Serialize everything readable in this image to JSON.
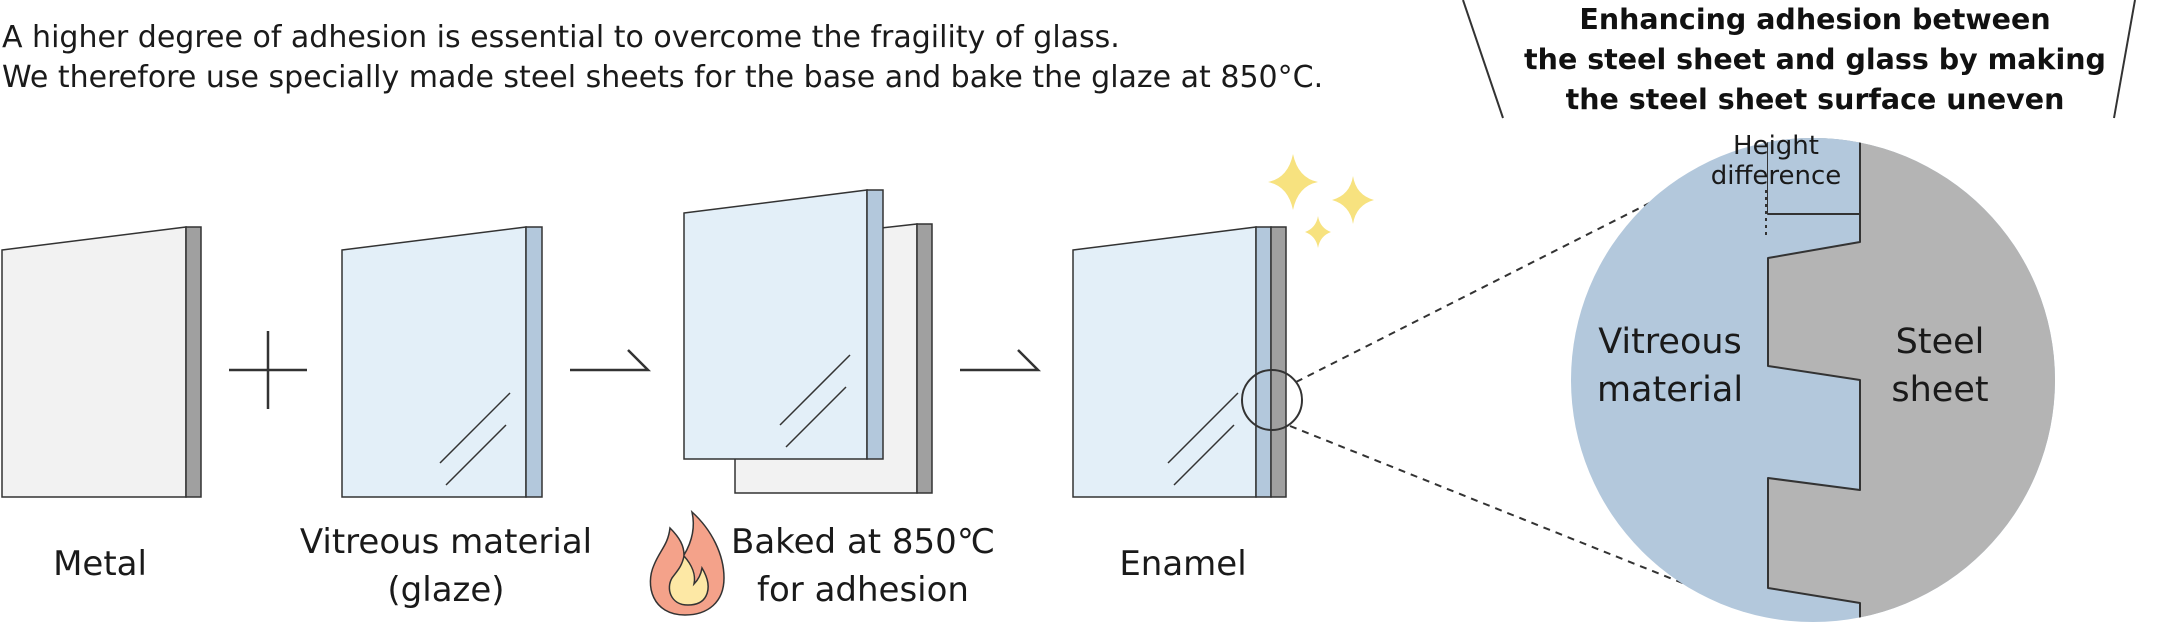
{
  "intro": {
    "line1": "A higher degree of adhesion is essential to overcome the fragility of glass.",
    "line2": "We therefore use specially made steel sheets for the base and bake the glaze at 850°C."
  },
  "steps": [
    {
      "label_lines": [
        "Metal"
      ]
    },
    {
      "label_lines": [
        "Vitreous material",
        "(glaze)"
      ]
    },
    {
      "label_lines": [
        "Baked at 850℃",
        "for adhesion"
      ]
    },
    {
      "label_lines": [
        "Enamel"
      ]
    }
  ],
  "operators": {
    "plus": "+",
    "arrow": "→"
  },
  "zoom": {
    "title_lines": [
      "Enhancing adhesion between",
      "the steel sheet and glass by making",
      "the steel sheet surface uneven"
    ],
    "height_label_lines": [
      "Height",
      "difference"
    ],
    "left_label_lines": [
      "Vitreous",
      "material"
    ],
    "right_label_lines": [
      "Steel",
      "sheet"
    ]
  },
  "colors": {
    "metal": "#f2f2f2",
    "metal_edge": "#a0a0a0",
    "glass": "#e3eff8",
    "glass_edge": "#b3c8dc",
    "vitreous": "#b3c8dc",
    "steel": "#b4b4b4",
    "sparkle": "#f7e27f",
    "flame_outer": "#f4a28a",
    "flame_inner": "#fde8a5"
  },
  "icons": [
    "plus-icon",
    "arrow-right-icon",
    "flame-icon",
    "sparkle-icon",
    "magnifier-circle-icon"
  ]
}
